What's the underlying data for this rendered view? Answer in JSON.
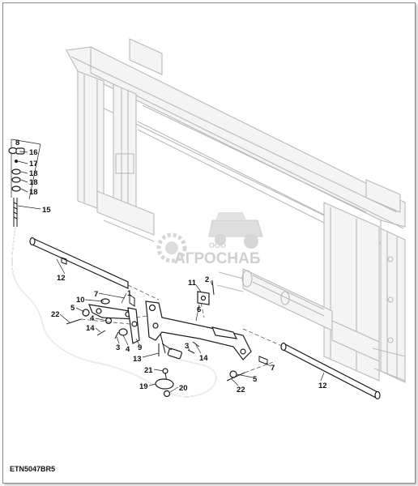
{
  "figure_code": "ETN5047BR5",
  "watermark": {
    "company_prefix": "ООО",
    "company_name": "АГРОСНАБ"
  },
  "callouts": [
    {
      "id": "c8",
      "text": "8"
    },
    {
      "id": "c16",
      "text": "16"
    },
    {
      "id": "c17",
      "text": "17"
    },
    {
      "id": "c18a",
      "text": "18"
    },
    {
      "id": "c18b",
      "text": "18"
    },
    {
      "id": "c18c",
      "text": "18"
    },
    {
      "id": "c15",
      "text": "15"
    },
    {
      "id": "c12a",
      "text": "12"
    },
    {
      "id": "c7a",
      "text": "7"
    },
    {
      "id": "c1",
      "text": "1"
    },
    {
      "id": "c10",
      "text": "10"
    },
    {
      "id": "c5a",
      "text": "5"
    },
    {
      "id": "c4a",
      "text": "4"
    },
    {
      "id": "c22a",
      "text": "22"
    },
    {
      "id": "c14a",
      "text": "14"
    },
    {
      "id": "c3a",
      "text": "3"
    },
    {
      "id": "c4b",
      "text": "4"
    },
    {
      "id": "c9",
      "text": "9"
    },
    {
      "id": "c11",
      "text": "11"
    },
    {
      "id": "c2",
      "text": "2"
    },
    {
      "id": "c6",
      "text": "6"
    },
    {
      "id": "c3b",
      "text": "3"
    },
    {
      "id": "c14b",
      "text": "14"
    },
    {
      "id": "c13",
      "text": "13"
    },
    {
      "id": "c21",
      "text": "21"
    },
    {
      "id": "c19",
      "text": "19"
    },
    {
      "id": "c20",
      "text": "20"
    },
    {
      "id": "c5b",
      "text": "5"
    },
    {
      "id": "c7b",
      "text": "7"
    },
    {
      "id": "c22b",
      "text": "22"
    },
    {
      "id": "c12b",
      "text": "12"
    }
  ]
}
